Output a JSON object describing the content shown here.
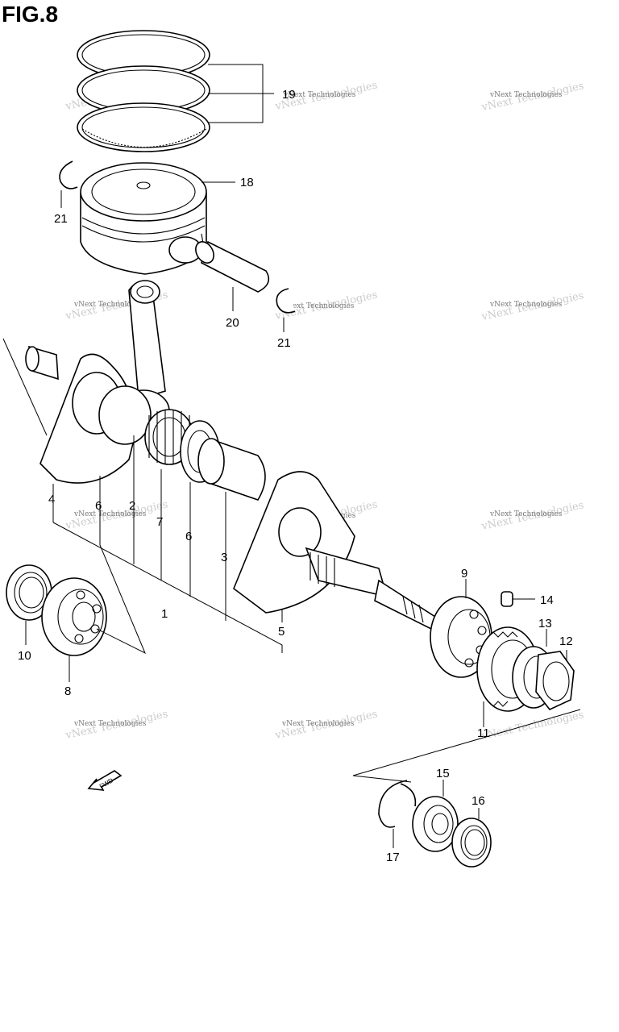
{
  "figure_title": "FIG.8",
  "watermark": "vNext Technologies",
  "fwd_label": "FWD",
  "callouts": {
    "c1": "1",
    "c2": "2",
    "c3": "3",
    "c4": "4",
    "c5": "5",
    "c6a": "6",
    "c6b": "6",
    "c7": "7",
    "c8": "8",
    "c9": "9",
    "c10": "10",
    "c11": "11",
    "c12": "12",
    "c13": "13",
    "c14": "14",
    "c15": "15",
    "c16": "16",
    "c17": "17",
    "c18": "18",
    "c19": "19",
    "c20": "20",
    "c21a": "21",
    "c21b": "21"
  }
}
